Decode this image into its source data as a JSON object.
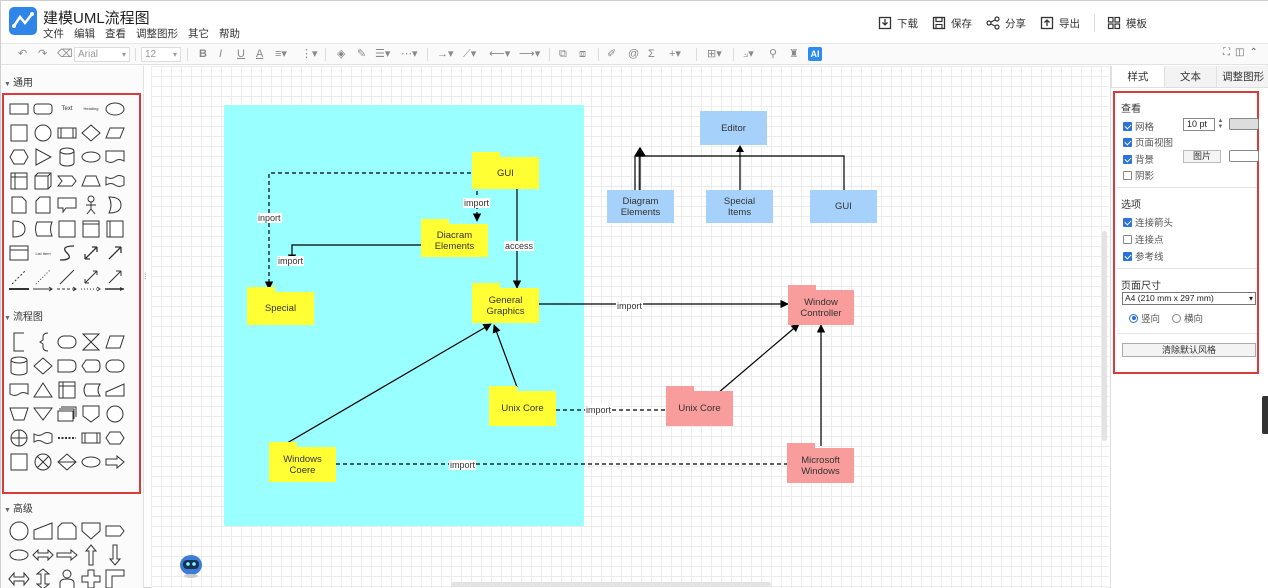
{
  "app": {
    "title": "建模UML流程图"
  },
  "menu": [
    "文件",
    "编辑",
    "查看",
    "调整图形",
    "其它",
    "帮助"
  ],
  "actions": [
    {
      "icon": "download-icon",
      "label": "下载"
    },
    {
      "icon": "save-icon",
      "label": "保存"
    },
    {
      "icon": "share-icon",
      "label": "分享"
    },
    {
      "icon": "export-icon",
      "label": "导出"
    },
    {
      "icon": "template-icon",
      "label": "模板"
    }
  ],
  "toolbar": {
    "font": "Arial",
    "size": "12",
    "ai": "AI"
  },
  "sidebar": {
    "sections": [
      "通用",
      "流程图",
      "高级"
    ],
    "text_shape": "Text",
    "heading_shape": "Heading",
    "list_shape": "List Item"
  },
  "diagram": {
    "nodes": {
      "gui_left": "GUI",
      "diagram_elements_left": "Diacram\nElements",
      "special_left": "Special",
      "general_graphics": "General\nGraphics",
      "unix_core_left": "Unix   Core",
      "windows_core": "Windows\nCoere",
      "editor": "Editor",
      "diagram_elements_right": "Diagram\nElements",
      "special_items": "Special\nItems",
      "gui_right": "GUI",
      "window_controller": "Window\nController",
      "unix_core_right": "Unix   Core",
      "microsoft_windows": "Microsoft\nWindows"
    },
    "edge_labels": {
      "import_gui_special": "inport",
      "import_gui_diagram": "import",
      "import_diagram_special": "import",
      "access": "access",
      "import_general_window": "import",
      "import_unix": "import",
      "import_windows": "import"
    }
  },
  "panel": {
    "tabs": [
      "样式",
      "文本",
      "调整图形"
    ],
    "view_title": "查看",
    "grid_label": "网格",
    "grid_size": "10 pt",
    "page_view_label": "页面视图",
    "background_label": "背景",
    "image_button": "图片",
    "shadow_label": "阴影",
    "options_title": "选项",
    "connection_arrows_label": "连接箭头",
    "connection_points_label": "连接点",
    "guides_label": "参考线",
    "page_size_title": "页面尺寸",
    "page_size_value": "A4 (210 mm x 297 mm)",
    "portrait_label": "竖向",
    "landscape_label": "横向",
    "reset_button": "清除默认风格",
    "checks": {
      "grid": true,
      "page_view": true,
      "background": true,
      "shadow": false,
      "connection_arrows": true,
      "connection_points": false,
      "guides": true
    },
    "orientation": "portrait"
  },
  "colors": {
    "page": "#99ffff",
    "yellow": "#ffff33",
    "pink": "#f89c9c",
    "blue": "#a6d1fb",
    "accent": "#2b73d6",
    "highlight": "#d93b3b"
  }
}
